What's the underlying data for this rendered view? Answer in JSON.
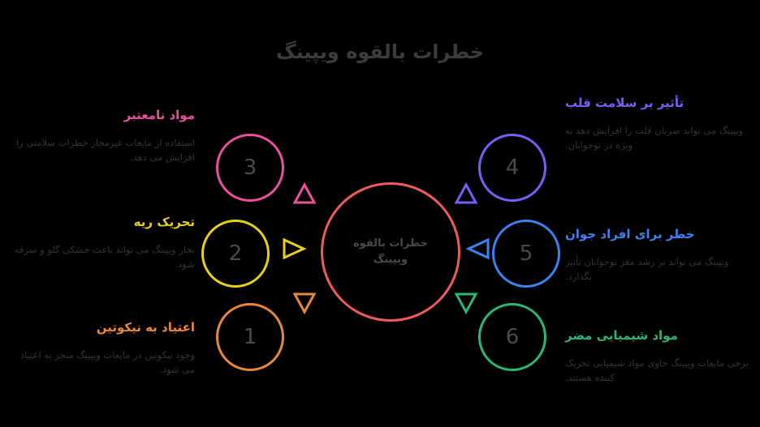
{
  "title": "خطرات بالقوه ویپینگ",
  "center": {
    "label": "خطرات بالقوه ویپینگ",
    "color": "#ef5a5a"
  },
  "palette": {
    "background": "#000000",
    "title_color": "#3c3c3c",
    "number_color": "#4a4a4a",
    "body_color": "#333333"
  },
  "nodes": [
    {
      "number": "1",
      "side": "left",
      "color": "#e8883a",
      "heading": "اعتیاد به نیکوتین",
      "body": "وجود نیکوتین در مایعات ویپینگ منجر به اعتیاد می شود.",
      "arrow": "triangle-down-icon"
    },
    {
      "number": "2",
      "side": "left",
      "color": "#e8d018",
      "heading": "تحریک ریه",
      "body": "بخار ویپینگ می تواند باعث خشکی گلو و سرفه شود.",
      "arrow": "triangle-right-icon"
    },
    {
      "number": "3",
      "side": "left",
      "color": "#ea509e",
      "heading": "مواد نامعتبر",
      "body": "استفاده از مایعات غیرمجاز خطرات سلامتی را افزایش می دهد.",
      "arrow": "triangle-up-icon"
    },
    {
      "number": "4",
      "side": "right",
      "color": "#7c5cf5",
      "heading": "تأثیر بر سلامت قلب",
      "body": "ویپینگ می تواند ضربان قلب را افزایش دهد به ویژه در نوجوانان.",
      "arrow": "triangle-up-icon"
    },
    {
      "number": "5",
      "side": "right",
      "color": "#3b82f0",
      "heading": "خطر برای افراد جوان",
      "body": "ویپینگ می تواند بر رشد مغز نوجوانان تأثیر بگذارد.",
      "arrow": "triangle-left-icon"
    },
    {
      "number": "6",
      "side": "right",
      "color": "#2bb673",
      "heading": "مواد شیمیایی مضر",
      "body": "برخی مایعات ویپینگ حاوی مواد شیمیایی تحریک کننده هستند.",
      "arrow": "triangle-down-icon"
    }
  ]
}
